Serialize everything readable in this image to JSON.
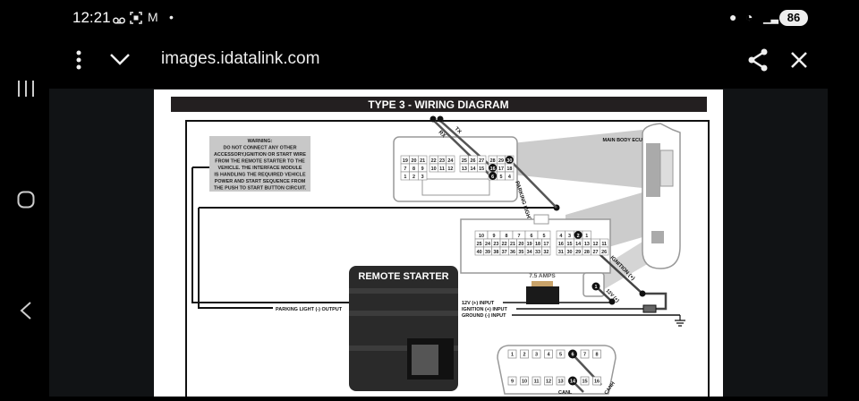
{
  "status_bar": {
    "time": "12:21",
    "icons": [
      "voicemail-icon",
      "screenshot-icon",
      "gmail-icon",
      "dot-icon"
    ],
    "battery": "86",
    "right_icons": [
      "location-icon",
      "wifi-6-icon",
      "signal-icon",
      "battery-charging-icon"
    ]
  },
  "browser": {
    "url": "images.idatalink.com",
    "menu_icon": "more-vert-icon",
    "collapse_icon": "chevron-down-icon",
    "share_icon": "share-icon",
    "close_icon": "close-icon"
  },
  "nav": {
    "recents": "recents-icon",
    "home": "home-icon",
    "back": "back-icon"
  },
  "diagram": {
    "title": "TYPE 3 - WIRING DIAGRAM",
    "warning": [
      "WARNING:",
      "DO NOT CONNECT ANY OTHER",
      "ACCESSORY,IGNITION OR START WIRE",
      "FROM THE REMOTE STARTER TO THE",
      "VEHICLE. THE INTERFACE MODULE",
      "IS HANDLING THE REQUIRED VEHICLE",
      "POWER AND START SEQUENCE FROM",
      "THE PUSH TO START BUTTON CIRCUIT."
    ],
    "ecu_label": "MAIN BODY ECU",
    "rx": "RX",
    "tx": "TX",
    "parking_light": "PARKING LIGHT (-)",
    "parking_output": "PARKING LIGHT (-) OUTPUT",
    "remote_starter": "REMOTE STARTER",
    "fuse_label": "7.5 AMPS",
    "input_12v": "12V (+) INPUT",
    "input_ignition": "IGNITION (+) INPUT",
    "input_ground": "GROUND (-) INPUT",
    "ignition_wire": "IGNITION (+)",
    "wire_12v": "12V (+)",
    "canh": "CANH",
    "canl": "CANL",
    "small_connector_pin": "1",
    "connector1": {
      "rows": [
        [
          [
            "19",
            "20",
            "21"
          ],
          [
            "22",
            "23",
            "24"
          ],
          [
            "25",
            "26",
            "27"
          ],
          [
            "28",
            "29",
            "30"
          ]
        ],
        [
          [
            "7",
            "8",
            "9"
          ],
          [
            "10",
            "11",
            "12"
          ],
          [
            "13",
            "14",
            "15"
          ],
          [
            "16",
            "17",
            "18"
          ]
        ],
        [
          [
            "1",
            "2",
            "3"
          ],
          [],
          [],
          [
            "6",
            "5",
            "4"
          ]
        ]
      ],
      "highlight": [
        "30",
        "16",
        "6"
      ]
    },
    "connector2": {
      "rows": [
        [
          [
            "10",
            "9",
            "8",
            "7",
            "6",
            "5"
          ],
          [
            "4",
            "3",
            "2",
            "1"
          ]
        ],
        [
          [
            "25",
            "24",
            "23",
            "22",
            "21",
            "20",
            "19",
            "18",
            "17"
          ],
          [
            "16",
            "15",
            "14",
            "13",
            "12",
            "11"
          ]
        ],
        [
          [
            "40",
            "39",
            "38",
            "37",
            "36",
            "35",
            "34",
            "33",
            "32"
          ],
          [
            "31",
            "30",
            "29",
            "28",
            "27",
            "26"
          ]
        ]
      ],
      "highlight": [
        "2"
      ]
    },
    "obd": {
      "rows": [
        [
          "1",
          "2",
          "3",
          "4",
          "5",
          "6",
          "7",
          "8"
        ],
        [
          "9",
          "10",
          "11",
          "12",
          "13",
          "14",
          "15",
          "16"
        ]
      ],
      "highlight": [
        "6",
        "14"
      ]
    }
  }
}
